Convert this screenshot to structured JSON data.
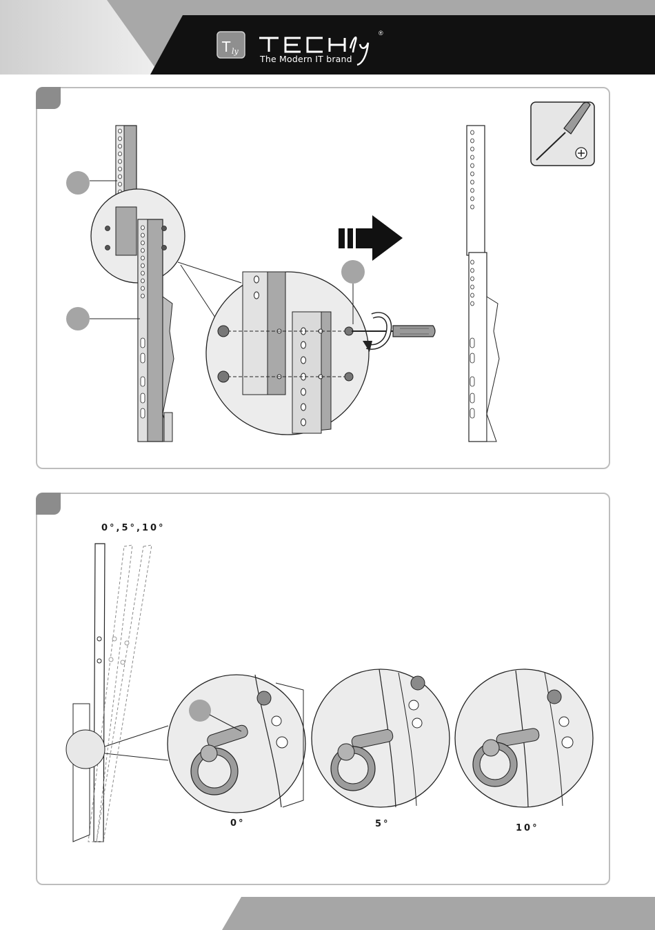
{
  "header": {
    "brand_name": "TECHly",
    "registered_mark": "®",
    "tagline": "The Modern IT brand",
    "colors": {
      "bar": "#111111",
      "left_wedge": "#d8d8d8",
      "accent_gray": "#9a9a9a"
    }
  },
  "step1": {
    "icons": [
      "phillips-screwdriver-icon",
      "arrow-right-icon",
      "rotate-arrow-icon"
    ]
  },
  "step2": {
    "tilt_options_label": "0°,5°,10°",
    "detail_labels": [
      "0°",
      "5°",
      "10°"
    ]
  },
  "footer": {
    "colors": {
      "band": "#a6a6a6"
    }
  }
}
